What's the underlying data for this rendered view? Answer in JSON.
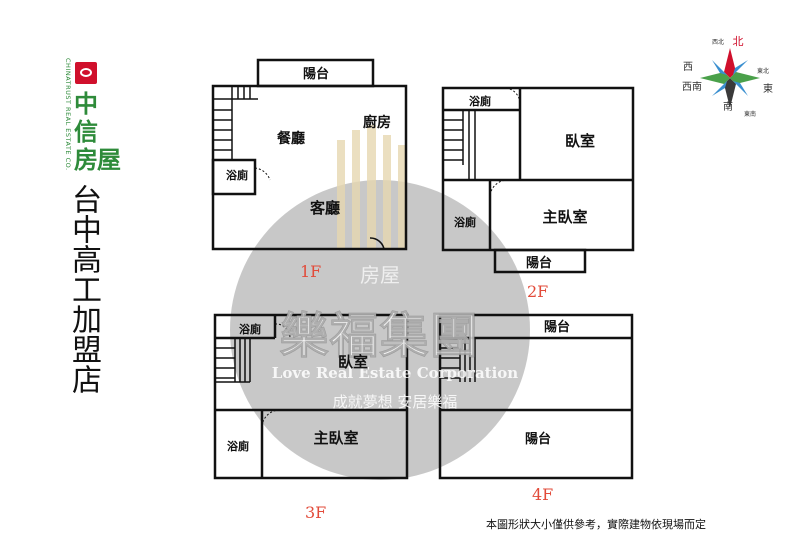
{
  "logo": {
    "en": "CHINATRUST REAL ESTATE CO.",
    "zh1": "中",
    "zh2": "信",
    "zh3": "房屋"
  },
  "branch_name": "台中高工加盟店",
  "floors": {
    "f1": {
      "label": "1F",
      "rooms": {
        "balcony": "陽台",
        "dining": "餐廳",
        "kitchen": "廚房",
        "bath": "浴廁",
        "living": "客廳"
      }
    },
    "f2": {
      "label": "2F",
      "rooms": {
        "bath_top": "浴廁",
        "bedroom": "臥室",
        "bath_lower": "浴廁",
        "master": "主臥室",
        "balcony": "陽台"
      }
    },
    "f3": {
      "label": "3F",
      "rooms": {
        "bath_top": "浴廁",
        "bedroom": "臥室",
        "bath_lower": "浴廁",
        "master": "主臥室"
      }
    },
    "f4": {
      "label": "4F",
      "rooms": {
        "balcony_top": "陽台",
        "balcony_main": "陽台"
      }
    }
  },
  "watermark": {
    "title": "樂福集團",
    "en": "Love Real Estate Corporation",
    "slogan": "成就夢想 安居樂福",
    "mid": "房屋"
  },
  "compass": {
    "n": "北",
    "s": "南",
    "e": "東",
    "w": "西",
    "ne": "東北",
    "nw": "西北",
    "se": "東南",
    "sw": "西南"
  },
  "disclaimer": "本圖形狀大小僅供參考，實際建物依現場而定"
}
